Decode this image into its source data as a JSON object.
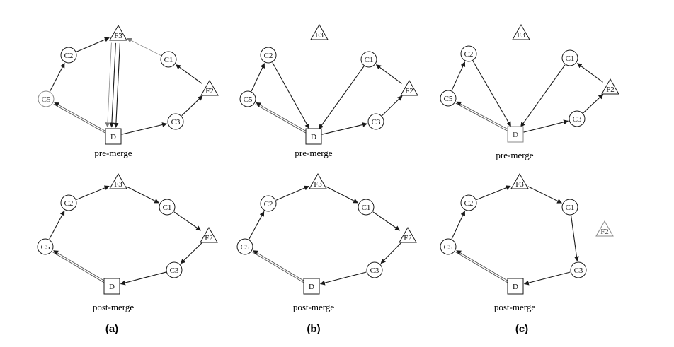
{
  "panels": [
    {
      "id": "a",
      "sublabel": "(a)",
      "graphs": [
        {
          "caption": "pre-merge",
          "nodes": [
            {
              "id": "C2",
              "label": "C2",
              "shape": "circle"
            },
            {
              "id": "F3",
              "label": "F3",
              "shape": "triangle"
            },
            {
              "id": "C1",
              "label": "C1",
              "shape": "circle"
            },
            {
              "id": "F2",
              "label": "F2",
              "shape": "triangle"
            },
            {
              "id": "C5",
              "label": "C5",
              "shape": "circle",
              "light": true
            },
            {
              "id": "D",
              "label": "D",
              "shape": "square"
            },
            {
              "id": "C3",
              "label": "C3",
              "shape": "circle"
            }
          ],
          "edges": [
            {
              "from": "C5",
              "to": "C2"
            },
            {
              "from": "C2",
              "to": "F3"
            },
            {
              "from": "C1",
              "to": "F3",
              "light": true
            },
            {
              "from": "F2",
              "to": "C1"
            },
            {
              "from": "C3",
              "to": "F2"
            },
            {
              "from": "D",
              "to": "C3"
            },
            {
              "from": "D",
              "to": "C5",
              "double": true
            },
            {
              "from": "F3",
              "to": "D",
              "lane": -3
            },
            {
              "from": "F3",
              "to": "D",
              "lane": 3
            },
            {
              "from": "F3",
              "to": "D",
              "lane": 9,
              "light": true
            }
          ]
        },
        {
          "caption": "post-merge",
          "nodes": [
            {
              "id": "C2",
              "label": "C2",
              "shape": "circle"
            },
            {
              "id": "F3",
              "label": "F3",
              "shape": "triangle"
            },
            {
              "id": "C1",
              "label": "C1",
              "shape": "circle"
            },
            {
              "id": "F2",
              "label": "F2",
              "shape": "triangle"
            },
            {
              "id": "C5",
              "label": "C5",
              "shape": "circle"
            },
            {
              "id": "D",
              "label": "D",
              "shape": "square"
            },
            {
              "id": "C3",
              "label": "C3",
              "shape": "circle"
            }
          ],
          "edges": [
            {
              "from": "C5",
              "to": "C2"
            },
            {
              "from": "C2",
              "to": "F3"
            },
            {
              "from": "F3",
              "to": "C1"
            },
            {
              "from": "C1",
              "to": "F2"
            },
            {
              "from": "F2",
              "to": "C3"
            },
            {
              "from": "C3",
              "to": "D"
            },
            {
              "from": "D",
              "to": "C5",
              "double": true
            }
          ]
        }
      ]
    },
    {
      "id": "b",
      "sublabel": "(b)",
      "graphs": [
        {
          "caption": "pre-merge",
          "nodes": [
            {
              "id": "F3",
              "label": "F3",
              "shape": "triangle"
            },
            {
              "id": "C2",
              "label": "C2",
              "shape": "circle"
            },
            {
              "id": "C1",
              "label": "C1",
              "shape": "circle"
            },
            {
              "id": "F2",
              "label": "F2",
              "shape": "triangle"
            },
            {
              "id": "C5",
              "label": "C5",
              "shape": "circle"
            },
            {
              "id": "D",
              "label": "D",
              "shape": "square"
            },
            {
              "id": "C3",
              "label": "C3",
              "shape": "circle"
            }
          ],
          "edges": [
            {
              "from": "C5",
              "to": "C2"
            },
            {
              "from": "C2",
              "to": "D"
            },
            {
              "from": "C1",
              "to": "D"
            },
            {
              "from": "F2",
              "to": "C1"
            },
            {
              "from": "C3",
              "to": "F2"
            },
            {
              "from": "D",
              "to": "C3"
            },
            {
              "from": "D",
              "to": "C5",
              "double": true
            }
          ]
        },
        {
          "caption": "post-merge",
          "nodes": [
            {
              "id": "C2",
              "label": "C2",
              "shape": "circle"
            },
            {
              "id": "F3",
              "label": "F3",
              "shape": "triangle"
            },
            {
              "id": "C1",
              "label": "C1",
              "shape": "circle"
            },
            {
              "id": "F2",
              "label": "F2",
              "shape": "triangle"
            },
            {
              "id": "C5",
              "label": "C5",
              "shape": "circle"
            },
            {
              "id": "D",
              "label": "D",
              "shape": "square"
            },
            {
              "id": "C3",
              "label": "C3",
              "shape": "circle"
            }
          ],
          "edges": [
            {
              "from": "C5",
              "to": "C2"
            },
            {
              "from": "C2",
              "to": "F3"
            },
            {
              "from": "F3",
              "to": "C1"
            },
            {
              "from": "C1",
              "to": "F2"
            },
            {
              "from": "F2",
              "to": "C3"
            },
            {
              "from": "C3",
              "to": "D"
            },
            {
              "from": "D",
              "to": "C5",
              "double": true
            }
          ]
        }
      ]
    },
    {
      "id": "c",
      "sublabel": "(c)",
      "graphs": [
        {
          "caption": "pre-merge",
          "nodes": [
            {
              "id": "F3",
              "label": "F3",
              "shape": "triangle"
            },
            {
              "id": "C2",
              "label": "C2",
              "shape": "circle"
            },
            {
              "id": "C1",
              "label": "C1",
              "shape": "circle"
            },
            {
              "id": "F2",
              "label": "F2",
              "shape": "triangle"
            },
            {
              "id": "C5",
              "label": "C5",
              "shape": "circle"
            },
            {
              "id": "D",
              "label": "D",
              "shape": "square",
              "light": true
            },
            {
              "id": "C3",
              "label": "C3",
              "shape": "circle"
            }
          ],
          "edges": [
            {
              "from": "C5",
              "to": "C2"
            },
            {
              "from": "C2",
              "to": "D"
            },
            {
              "from": "C1",
              "to": "D"
            },
            {
              "from": "F2",
              "to": "C1"
            },
            {
              "from": "C3",
              "to": "F2"
            },
            {
              "from": "D",
              "to": "C3"
            },
            {
              "from": "D",
              "to": "C5",
              "double": true
            }
          ]
        },
        {
          "caption": "post-merge",
          "nodes": [
            {
              "id": "C2",
              "label": "C2",
              "shape": "circle"
            },
            {
              "id": "F3",
              "label": "F3",
              "shape": "triangle"
            },
            {
              "id": "C1",
              "label": "C1",
              "shape": "circle"
            },
            {
              "id": "F2",
              "label": "F2",
              "shape": "triangle",
              "light": true
            },
            {
              "id": "C5",
              "label": "C5",
              "shape": "circle"
            },
            {
              "id": "D",
              "label": "D",
              "shape": "square"
            },
            {
              "id": "C3",
              "label": "C3",
              "shape": "circle"
            }
          ],
          "edges": [
            {
              "from": "C5",
              "to": "C2"
            },
            {
              "from": "C2",
              "to": "F3"
            },
            {
              "from": "F3",
              "to": "C1"
            },
            {
              "from": "C1",
              "to": "C3"
            },
            {
              "from": "C3",
              "to": "D"
            },
            {
              "from": "D",
              "to": "C5",
              "double": true
            }
          ]
        }
      ]
    }
  ]
}
